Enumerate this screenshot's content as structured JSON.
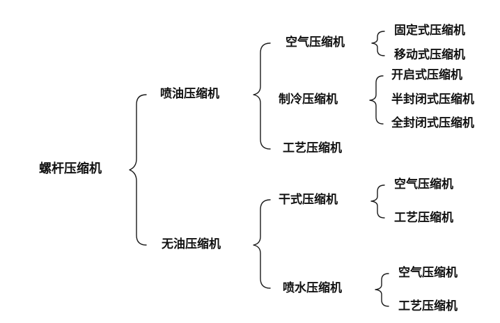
{
  "root": "螺杆压缩机",
  "oil_injected": {
    "label": "喷油压缩机",
    "air": {
      "label": "空气压缩机",
      "fixed": "固定式压缩机",
      "mobile": "移动式压缩机"
    },
    "refrigeration": {
      "label": "制冷压缩机",
      "open": "开启式压缩机",
      "semi_hermetic": "半封闭式压缩机",
      "hermetic": "全封闭式压缩机"
    },
    "process": "工艺压缩机"
  },
  "oil_free": {
    "label": "无油压缩机",
    "dry": {
      "label": "干式压缩机",
      "air": "空气压缩机",
      "process": "工艺压缩机"
    },
    "water_injected": {
      "label": "喷水压缩机",
      "air": "空气压缩机",
      "process": "工艺压缩机"
    }
  }
}
